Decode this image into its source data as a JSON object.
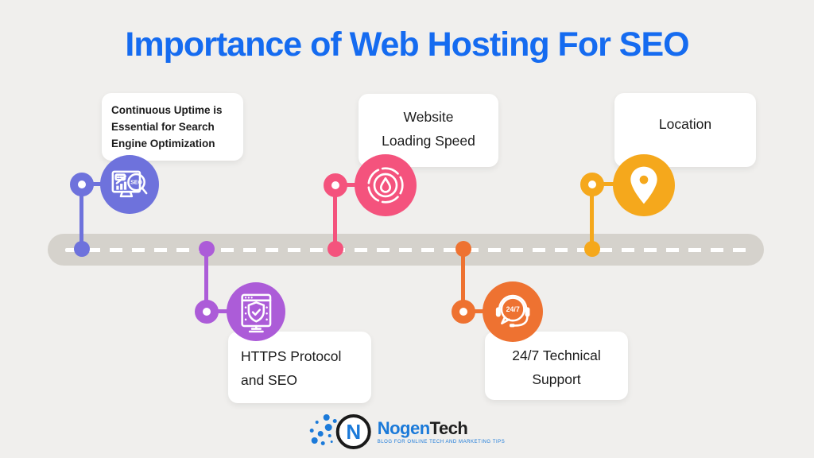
{
  "title": "Importance of Web Hosting For SEO",
  "colors": {
    "background": "#F0EFED",
    "title": "#156BF0",
    "road": "#D5D2CC",
    "card_text": "#1C1C1C"
  },
  "items": [
    {
      "id": "uptime",
      "color": "#6E72DC",
      "side": "top",
      "icon": "seo-monitor-icon",
      "icon_text": "SEO",
      "lines": [
        "Continuous Uptime is",
        "Essential for Search",
        "Engine Optimization"
      ]
    },
    {
      "id": "https",
      "color": "#AC5CD8",
      "side": "bottom",
      "icon": "https-shield-icon",
      "lines": [
        "HTTPS Protocol",
        "and SEO"
      ]
    },
    {
      "id": "speed",
      "color": "#F4537D",
      "side": "top",
      "icon": "speedometer-icon",
      "lines": [
        "Website",
        "Loading Speed"
      ]
    },
    {
      "id": "support",
      "color": "#EE7231",
      "side": "bottom",
      "icon": "support-chat-icon",
      "icon_text": "24/7",
      "lines": [
        "24/7 Technical",
        "Support"
      ]
    },
    {
      "id": "location",
      "color": "#F5A81C",
      "side": "top",
      "icon": "location-pin-icon",
      "lines": [
        "Location"
      ]
    }
  ],
  "footer": {
    "brand_first": "Nogen",
    "brand_second": "Tech",
    "brand_letter": "N",
    "tagline": "BLOG FOR ONLINE TECH AND MARKETING TIPS",
    "brand_blue": "#1B7AD9",
    "brand_dark": "#1F1F1F"
  }
}
